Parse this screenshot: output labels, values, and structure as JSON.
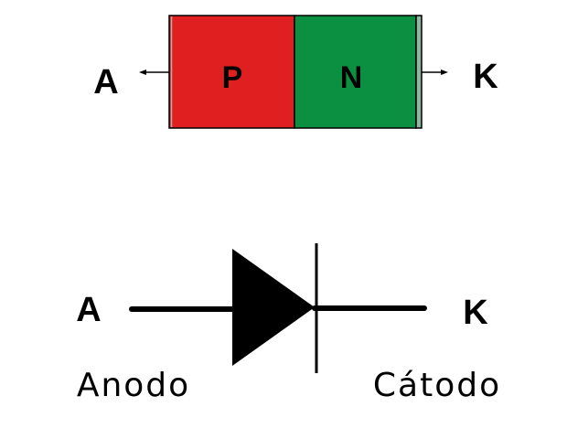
{
  "pn_junction": {
    "p_label": "P",
    "n_label": "N",
    "anode_letter": "A",
    "cathode_letter": "K",
    "colors": {
      "p_region": "#e02020",
      "n_region": "#0a9040",
      "cathode_band": "#8fb79f"
    }
  },
  "diode_symbol": {
    "anode_letter": "A",
    "cathode_letter": "K",
    "anode_name": "Anodo",
    "cathode_name": "Cátodo"
  }
}
